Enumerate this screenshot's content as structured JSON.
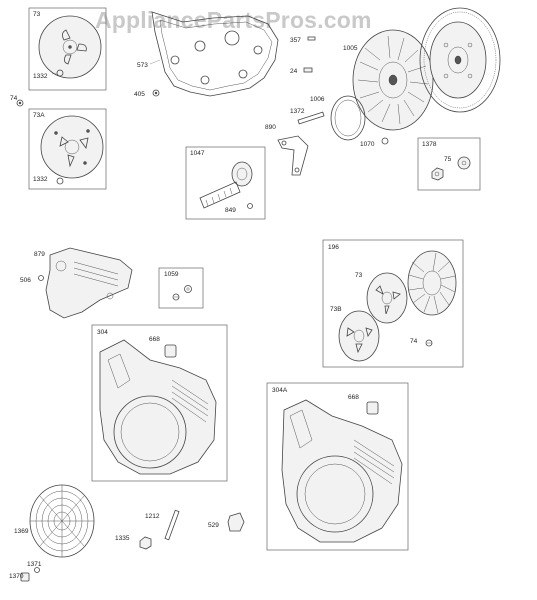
{
  "watermark": "AppliancePartsPros.com",
  "boxes": {
    "b73": "73",
    "b73A": "73A",
    "b1047": "1047",
    "b1378": "1378",
    "b1059": "1059",
    "b304": "304",
    "b196": "196",
    "b304A": "304A"
  },
  "labels": {
    "l1332a": "1332",
    "l74a": "74",
    "l1332b": "1332",
    "l573": "573",
    "l405": "405",
    "l357": "357",
    "l24": "24",
    "l1005": "1005",
    "l1006": "1006",
    "l1372": "1372",
    "l890": "890",
    "l1070": "1070",
    "l75": "75",
    "l849": "849",
    "l879": "879",
    "l506": "506",
    "l668a": "668",
    "l73b": "73",
    "l73B": "73B",
    "l74b": "74",
    "l668b": "668",
    "l1212": "1212",
    "l529": "529",
    "l1335": "1335",
    "l1369": "1369",
    "l1371": "1371",
    "l1370": "1370"
  }
}
